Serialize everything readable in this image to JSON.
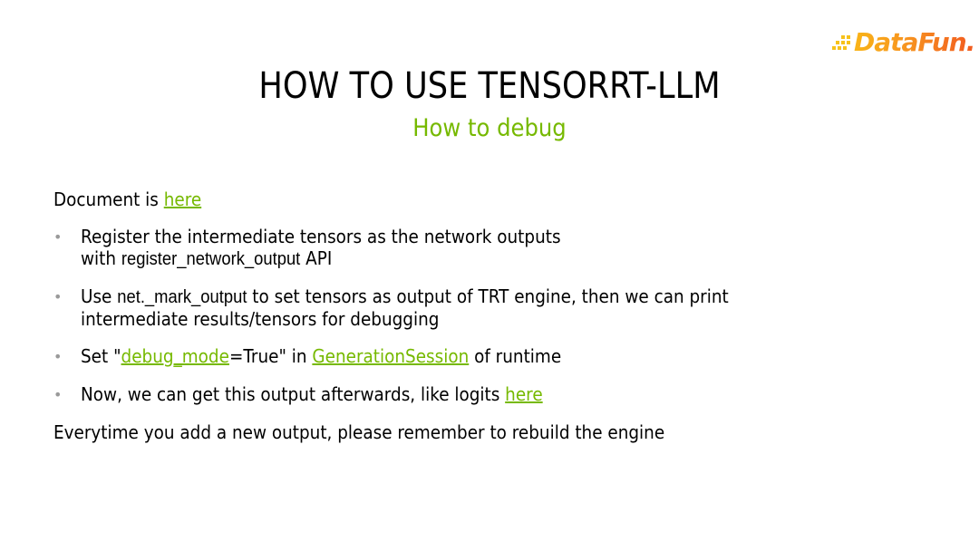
{
  "logo": {
    "text": "DataFun.",
    "colors": [
      "#f9b417",
      "#f79320",
      "#f25a1f"
    ]
  },
  "header": {
    "title": "HOW TO USE TENSORRT-LLM",
    "subtitle": "How to debug",
    "subtitle_color": "#76b900"
  },
  "intro": {
    "prefix": "Document is ",
    "link": "here"
  },
  "bullets": [
    {
      "line1": "Register the intermediate tensors as the network outputs",
      "line2_prefix": "with ",
      "line2_code": "register_network_output",
      "line2_suffix": " API"
    },
    {
      "prefix": "Use ",
      "code": "net._mark_output",
      "suffix": " to set tensors as output of TRT engine, then we can print",
      "line2": "intermediate results/tensors for debugging"
    },
    {
      "prefix": "Set \"",
      "link1": "debug_mode",
      "middle": "=True\" in ",
      "link2": "GenerationSession",
      "suffix": " of runtime"
    },
    {
      "prefix": "Now, we can get this output afterwards, like logits ",
      "link": "here"
    }
  ],
  "footer_note": "Everytime you add a new output, please remember to rebuild the engine",
  "bullet_glyph": "•",
  "link_color": "#76b900"
}
